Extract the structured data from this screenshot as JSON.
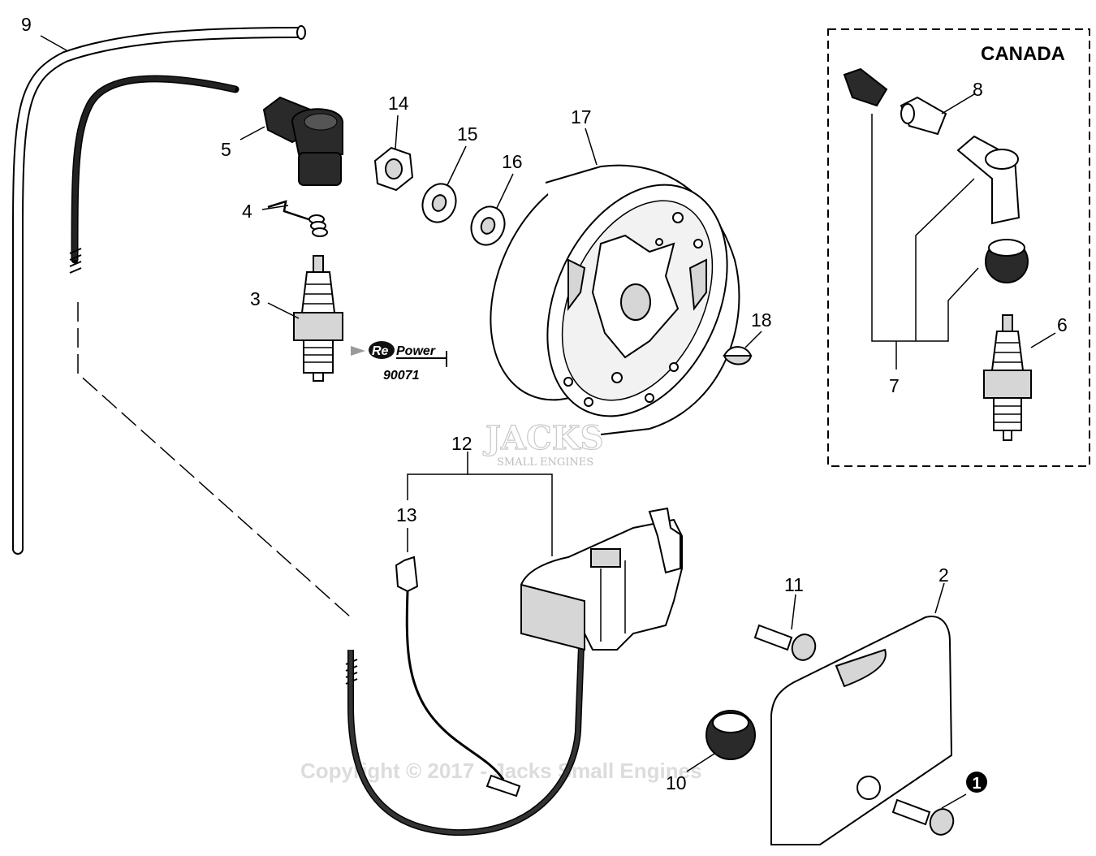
{
  "callouts": {
    "c1": "1",
    "c2": "2",
    "c3": "3",
    "c4": "4",
    "c5": "5",
    "c6": "6",
    "c7": "7",
    "c8": "8",
    "c9": "9",
    "c10": "10",
    "c11": "11",
    "c12": "12",
    "c13": "13",
    "c14": "14",
    "c15": "15",
    "c16": "16",
    "c17": "17",
    "c18": "18"
  },
  "canada_box": {
    "title": "CANADA"
  },
  "repower": {
    "logo_re": "Re",
    "logo_power": "Power",
    "part_number": "90071"
  },
  "watermark": {
    "brand": "JACKS",
    "subtitle": "SMALL ENGINES",
    "copyright": "Copyright © 2017 - Jacks Small Engines"
  },
  "colors": {
    "ink": "#000000",
    "fill_grey": "#d6d6d6",
    "watermark": "#c9c9c9"
  }
}
